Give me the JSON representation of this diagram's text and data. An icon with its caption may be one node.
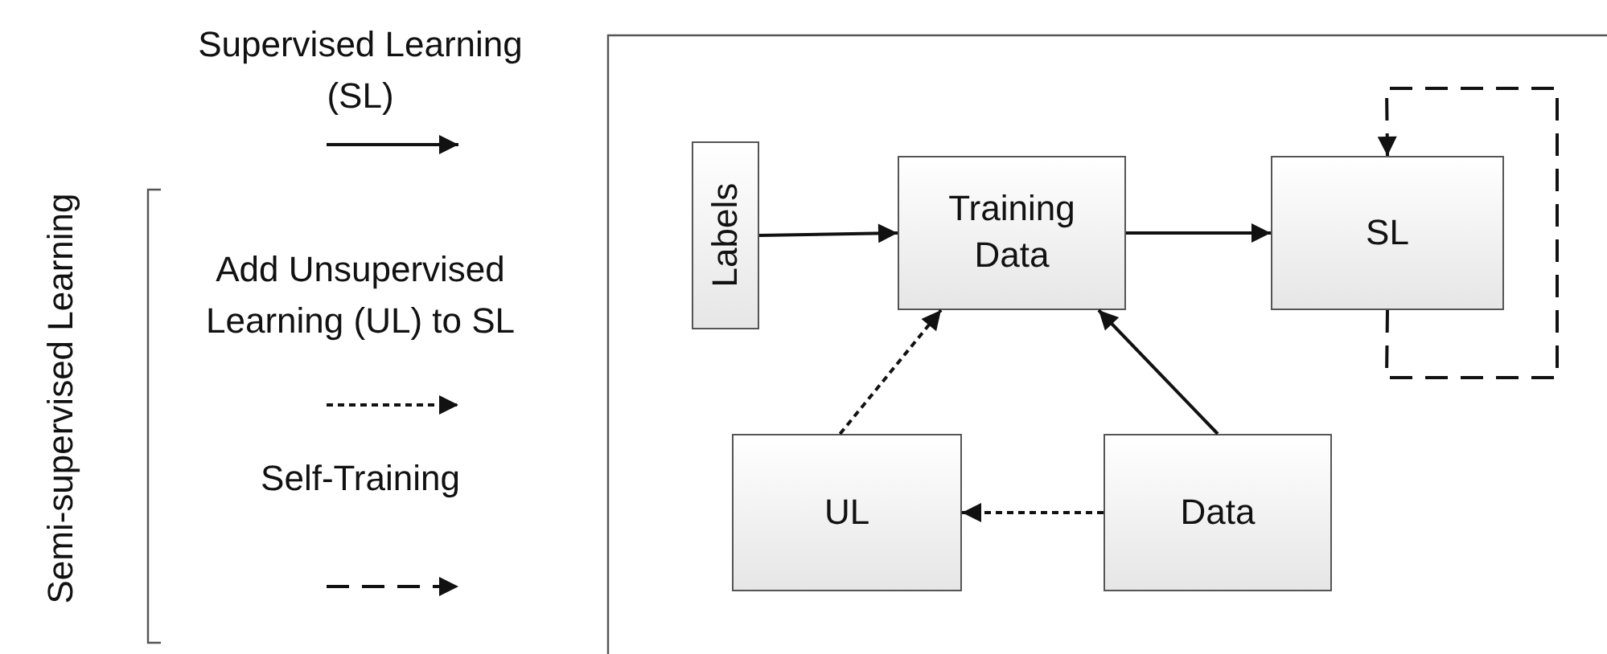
{
  "diagram": {
    "nodes": [
      {
        "text": [
          "Labels"
        ]
      },
      {
        "text": [
          "Training Data"
        ]
      },
      {
        "text": [
          "SL"
        ]
      },
      {
        "text": [
          "UL"
        ]
      },
      {
        "text": [
          "Data"
        ]
      }
    ],
    "edges": [
      {
        "from": 0,
        "to": 1,
        "arrow": "to"
      },
      {
        "from": 1,
        "to": 2,
        "arrow": "to"
      },
      {
        "from": 4,
        "to": 1,
        "arrow": "to"
      },
      {
        "from": 3,
        "to": 1,
        "arrow": "to",
        "style": "dashed"
      },
      {
        "from": 4,
        "to": 3,
        "arrow": "to",
        "style": "dashed"
      },
      {
        "from": 2,
        "to": 2,
        "arrow": "to",
        "style": "dashed"
      }
    ],
    "labels": [
      "Semi-supervised Learning"
    ],
    "legend": [
      {
        "text": "Supervised Learning (SL)"
      },
      {
        "text": "Add Unsupervised Learning (UL) to SL"
      },
      {
        "text": "Self-Training"
      }
    ]
  }
}
